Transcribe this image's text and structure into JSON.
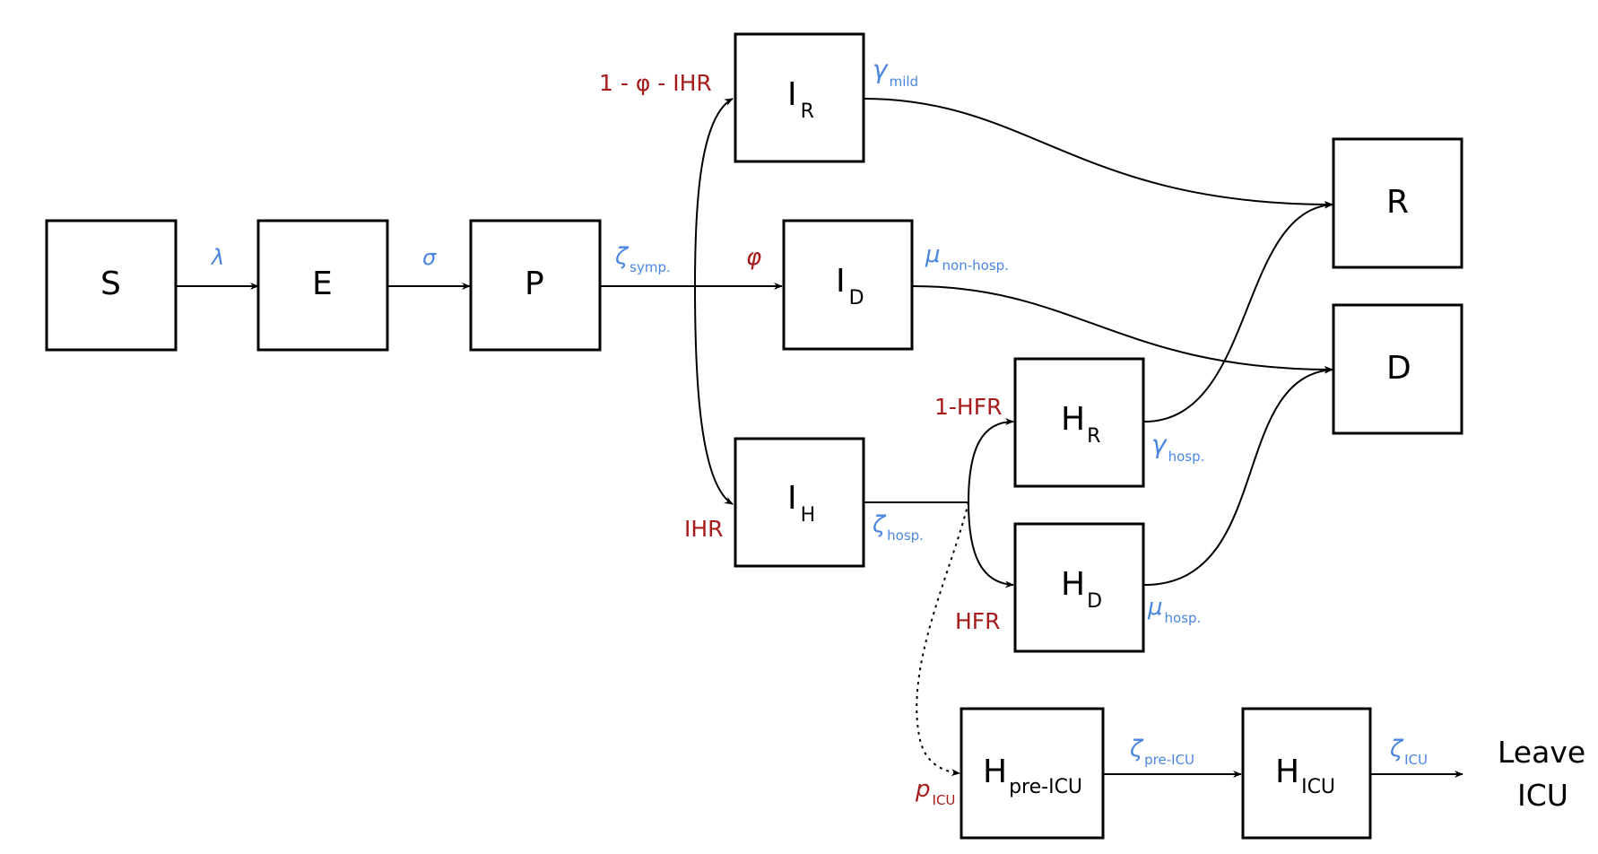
{
  "nodes": {
    "S": {
      "main": "S",
      "sub": ""
    },
    "E": {
      "main": "E",
      "sub": ""
    },
    "P": {
      "main": "P",
      "sub": ""
    },
    "IR": {
      "main": "I",
      "sub": "R"
    },
    "ID": {
      "main": "I",
      "sub": "D"
    },
    "IH": {
      "main": "I",
      "sub": "H"
    },
    "HR": {
      "main": "H",
      "sub": "R"
    },
    "HD": {
      "main": "H",
      "sub": "D"
    },
    "R": {
      "main": "R",
      "sub": ""
    },
    "D": {
      "main": "D",
      "sub": ""
    },
    "Hpre": {
      "main": "H",
      "sub": "pre-ICU"
    },
    "Hicu": {
      "main": "H",
      "sub": "ICU"
    }
  },
  "leave_label": {
    "line1": "Leave",
    "line2": "ICU"
  },
  "rates": {
    "lambda": {
      "sym": "λ",
      "sub": ""
    },
    "sigma": {
      "sym": "σ",
      "sub": ""
    },
    "zeta_symp": {
      "sym": "ζ",
      "sub": "symp."
    },
    "gamma_mild": {
      "sym": "γ",
      "sub": "mild"
    },
    "mu_nonhosp": {
      "sym": "μ",
      "sub": "non-hosp."
    },
    "zeta_hosp": {
      "sym": "ζ",
      "sub": "hosp."
    },
    "gamma_hosp": {
      "sym": "γ",
      "sub": "hosp."
    },
    "mu_hosp": {
      "sym": "μ",
      "sub": "hosp."
    },
    "zeta_preicu": {
      "sym": "ζ",
      "sub": "pre-ICU"
    },
    "zeta_icu": {
      "sym": "ζ",
      "sub": "ICU"
    }
  },
  "probabilities": {
    "one_minus_phi_ihr": {
      "text": "1 - φ - IHR"
    },
    "phi": {
      "text": "φ"
    },
    "ihr": {
      "text": "IHR"
    },
    "one_minus_hfr": {
      "text": "1-HFR"
    },
    "hfr": {
      "text": "HFR"
    },
    "p_icu": {
      "sym": "p",
      "sub": "ICU"
    }
  },
  "colors": {
    "rate": "#4a86e0",
    "probability": "#a61c1c",
    "line": "#000000"
  }
}
